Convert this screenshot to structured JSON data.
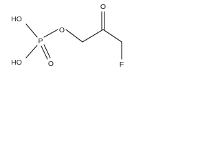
{
  "molecule": {
    "atoms": {
      "hydroxyl_top": "HO",
      "hydroxyl_bottom": "HO",
      "phosphorus": "P",
      "phosphoryl_oxygen": "O",
      "ester_oxygen": "O",
      "ketone_oxygen": "O",
      "fluorine": "F"
    }
  }
}
